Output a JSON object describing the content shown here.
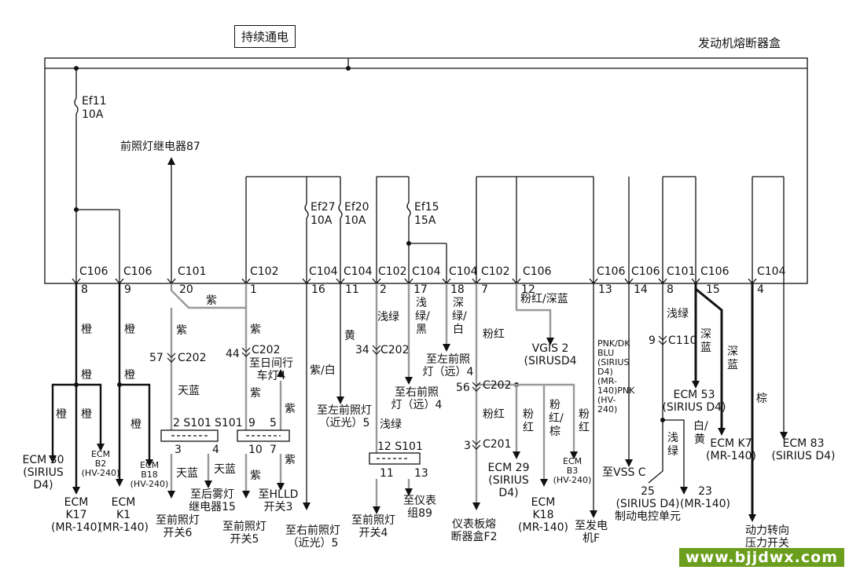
{
  "title": "持续通电",
  "fuse_box": "发动机熔断器盒",
  "watermark": "www.bjjdwx.com",
  "relay_label": "前照灯继电器87",
  "fuses": [
    {
      "name": "Ef11",
      "rating": "10A"
    },
    {
      "name": "Ef27",
      "rating": "10A"
    },
    {
      "name": "Ef20",
      "rating": "10A"
    },
    {
      "name": "Ef15",
      "rating": "15A"
    }
  ],
  "connectors": [
    {
      "id": "C106",
      "pin": "8"
    },
    {
      "id": "C106",
      "pin": "9"
    },
    {
      "id": "C101",
      "pin": "20"
    },
    {
      "id": "C102",
      "pin": "1"
    },
    {
      "id": "C104",
      "pin": "16"
    },
    {
      "id": "C104",
      "pin": "11"
    },
    {
      "id": "C102",
      "pin": "2"
    },
    {
      "id": "C104",
      "pin": "17"
    },
    {
      "id": "C104",
      "pin": "18"
    },
    {
      "id": "C102",
      "pin": "7"
    },
    {
      "id": "C106",
      "pin": "12"
    },
    {
      "id": "C106",
      "pin": "13"
    },
    {
      "id": "C106",
      "pin": "14"
    },
    {
      "id": "C101",
      "pin": "8"
    },
    {
      "id": "C106",
      "pin": "15"
    },
    {
      "id": "C104",
      "pin": "4"
    }
  ],
  "wire_colors": {
    "orange": "橙",
    "purple": "紫",
    "sky_blue": "天蓝",
    "purple_white": "紫/白",
    "yellow": "黄",
    "light_green": "浅绿",
    "lg_black": "浅绿/黑",
    "dg_white": "深绿/白",
    "pink": "粉红",
    "pink_dkblue": "粉红/深蓝",
    "pink_brown": "粉红/棕",
    "dark_blue": "深蓝",
    "white_yellow": "白/黄",
    "brown": "棕"
  },
  "inline": {
    "c202_57": "57",
    "c202_44": "44",
    "c202_34": "34",
    "c202_56": "56",
    "c201_3": "3",
    "c110_9": "9",
    "c202": "C202",
    "c201": "C201",
    "c110": "C110",
    "s101_a": "2 S101",
    "s101_b": "S101",
    "s101_c": "12 S101",
    "pin3": "3",
    "pin4": "4",
    "pin9": "9",
    "pin5": "5",
    "pin10": "10",
    "pin7": "7",
    "pin11": "11",
    "pin13": "13"
  },
  "dest": {
    "ecm30": "ECM 30\n(SIRIUS\nD4)",
    "ecm_b2": "ECM\nB2\n(HV-240)",
    "ecm_k17": "ECM\nK17\n(MR-140)",
    "ecm_b18": "ECM\nB18\n(HV-240)",
    "ecm_k1": "ECM\nK1\n(MR-140)",
    "fog_relay": "至后雾灯\n继电器15",
    "hs_switch6": "至前照灯\n开关6",
    "drl": "至日间行\n车灯4",
    "hlld": "至HLLD\n开关3",
    "hs_switch5": "至前照灯\n开关5",
    "rh_low": "至右前照灯\n（近光）5",
    "lh_low": "至左前照灯\n（近光）5",
    "rh_high": "至右前照\n灯（远）4",
    "lh_high": "至左前照\n灯（远）4",
    "hs_switch4": "至前照灯\n开关4",
    "cluster": "至仪表\n组89",
    "ip_fuse": "仪表板熔\n断器盒F2",
    "vgis": "VGIS 2\n(SIRUSD4",
    "ecm29": "ECM 29\n(SIRIUS\nD4)",
    "ecm_k18": "ECM\nK18\n(MR-140)",
    "ecm_b3": "ECM\nB3\n(HV-240)",
    "gen": "至发电\n机F",
    "pnk": "PNK/DK\nBLU\n(SIRIUS\nD4)\n(MR-\n140)PNK\n(HV-240)",
    "vss": "至VSS C",
    "ecm53": "ECM 53\n(SIRIUS D4)",
    "ecm_k7": "ECM K7\n(MR-140)",
    "ebcm25": "25\n(SIRIUS D4)\n制动电控单元",
    "ebcm23": "23\n(MR-140)",
    "ecm83": "ECM 83\n(SIRIUS D4)",
    "ps_switch": "动力转向\n压力开关"
  }
}
